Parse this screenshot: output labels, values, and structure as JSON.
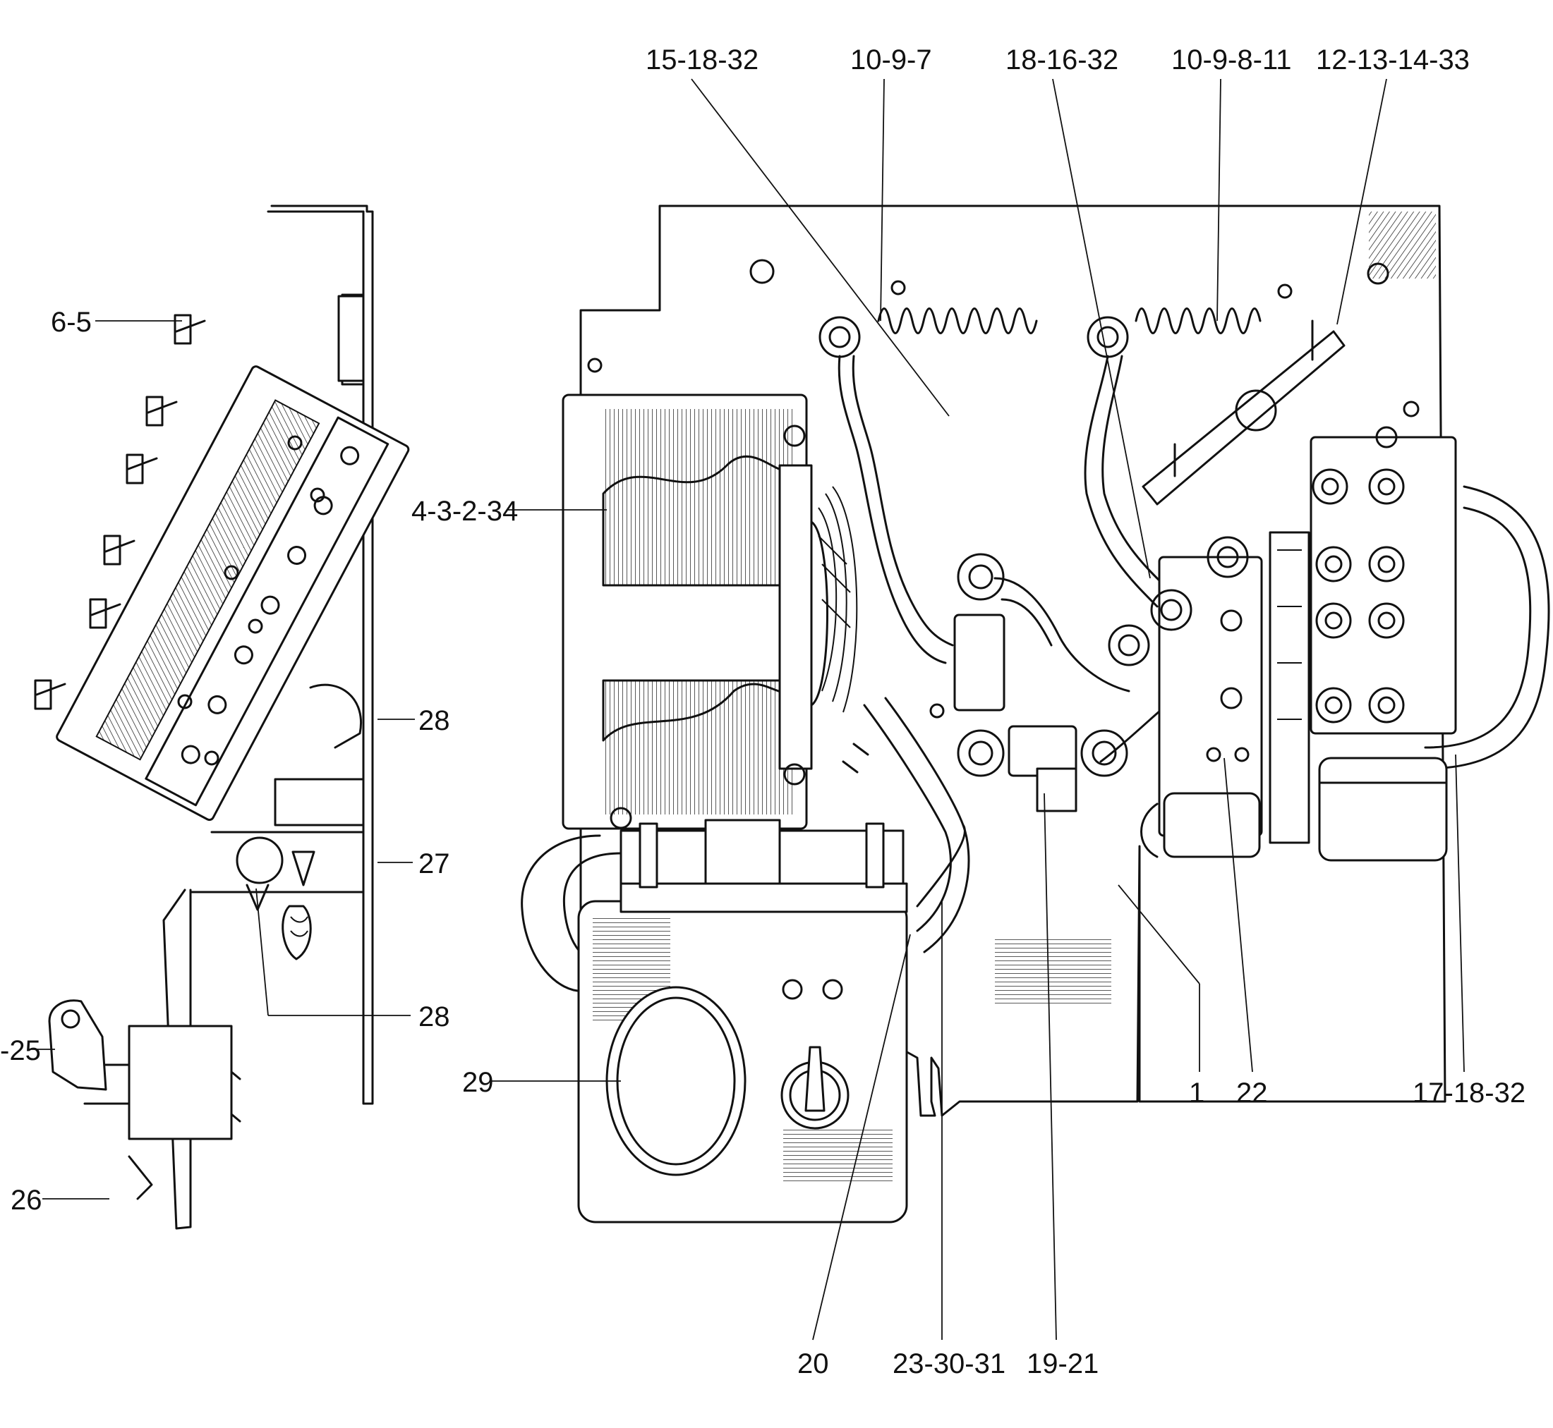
{
  "labels": {
    "top": [
      "15-18-32",
      "10-9-7",
      "18-16-32",
      "10-9-8-11",
      "12-13-14-33"
    ],
    "left": [
      "6-5",
      "4-3-2-34",
      "28",
      "27",
      "28",
      "-25",
      "29",
      "26"
    ],
    "bottom": [
      "20",
      "23-30-31",
      "19-21",
      "1",
      "22",
      "17-18-32"
    ]
  }
}
